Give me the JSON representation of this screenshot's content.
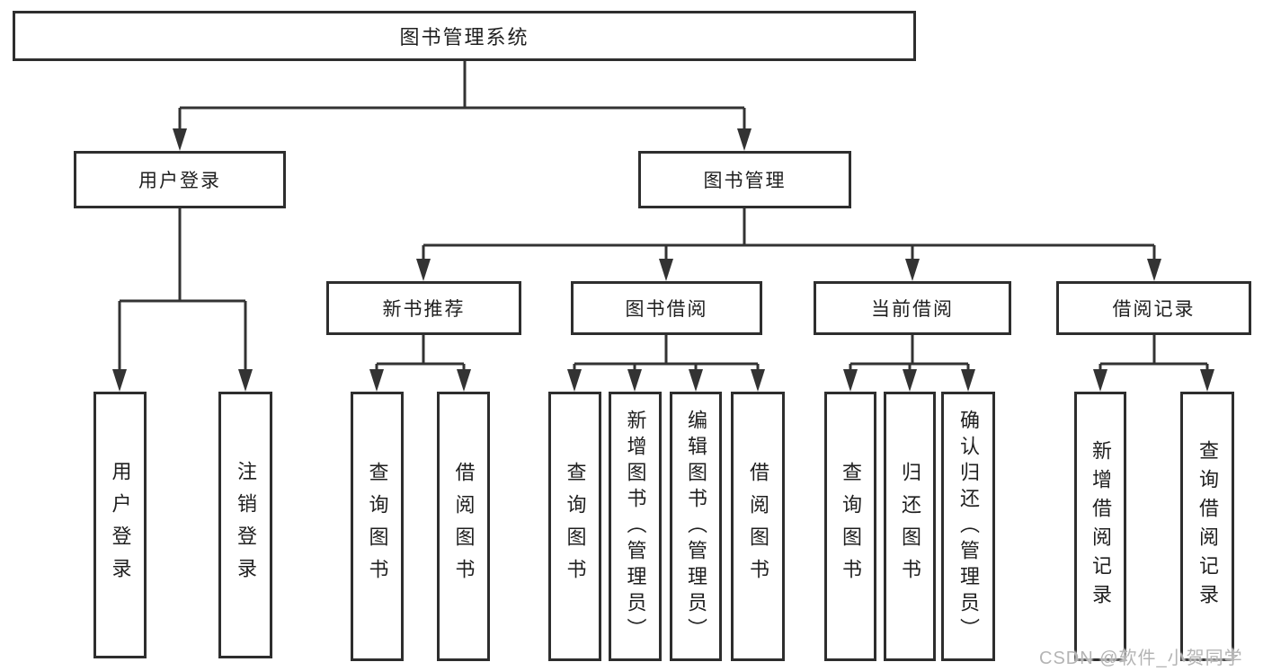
{
  "diagram": {
    "root": {
      "label": "图书管理系统"
    },
    "level2": [
      {
        "label": "用户登录"
      },
      {
        "label": "图书管理"
      }
    ],
    "level3": [
      {
        "label": "新书推荐",
        "parent": "图书管理"
      },
      {
        "label": "图书借阅",
        "parent": "图书管理"
      },
      {
        "label": "当前借阅",
        "parent": "图书管理"
      },
      {
        "label": "借阅记录",
        "parent": "图书管理"
      }
    ],
    "level4": [
      {
        "label": "用户登录",
        "parent": "用户登录"
      },
      {
        "label": "注销登录",
        "parent": "用户登录"
      },
      {
        "label": "查询图书",
        "parent": "新书推荐"
      },
      {
        "label": "借阅图书",
        "parent": "新书推荐"
      },
      {
        "label": "查询图书",
        "parent": "图书借阅"
      },
      {
        "label": "新增图书（管理员）",
        "parent": "图书借阅"
      },
      {
        "label": "编辑图书（管理员）",
        "parent": "图书借阅"
      },
      {
        "label": "借阅图书",
        "parent": "图书借阅"
      },
      {
        "label": "查询图书",
        "parent": "当前借阅"
      },
      {
        "label": "归还图书",
        "parent": "当前借阅"
      },
      {
        "label": "确认归还（管理员）",
        "parent": "当前借阅"
      },
      {
        "label": "新增借阅记录",
        "parent": "借阅记录"
      },
      {
        "label": "查询借阅记录",
        "parent": "借阅记录"
      }
    ]
  },
  "watermark": {
    "text": "CSDN @软件_小贺同学"
  },
  "colors": {
    "line": "#333333",
    "box_border": "#2e2e2e",
    "text": "#1f1f1f",
    "watermark": "#b4b4b4",
    "background": "#ffffff"
  }
}
